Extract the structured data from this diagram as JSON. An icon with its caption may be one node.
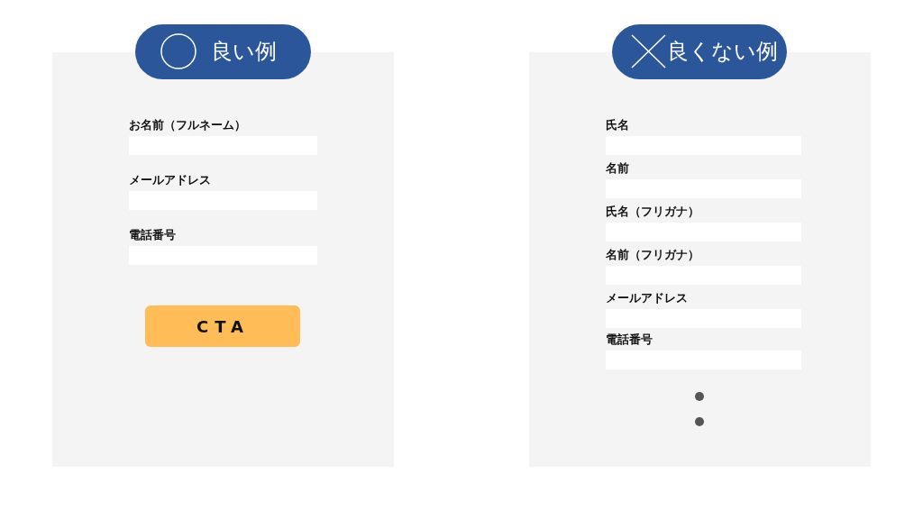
{
  "diagram": {
    "nodes": [
      {
        "text": [
          "良い例"
        ]
      },
      {
        "text": [],
        "shape": "box"
      },
      {
        "text": [
          "お名前（フルネーム）"
        ],
        "in": 1
      },
      {
        "text": [
          "メールアドレス"
        ],
        "in": 1
      },
      {
        "text": [
          "電話番号"
        ],
        "in": 1
      },
      {
        "text": [
          "CTA"
        ],
        "in": 1
      },
      {
        "text": [
          "良くない例"
        ]
      },
      {
        "text": [],
        "shape": "box"
      },
      {
        "text": [
          "氏名"
        ],
        "in": 7
      },
      {
        "text": [
          "名前"
        ],
        "in": 7
      },
      {
        "text": [
          "氏名（フリガナ）"
        ],
        "in": 7
      },
      {
        "text": [
          "名前（フリガナ）"
        ],
        "in": 7
      },
      {
        "text": [
          "メールアドレス"
        ],
        "in": 7
      },
      {
        "text": [
          "電話番号"
        ],
        "in": 7
      }
    ]
  }
}
